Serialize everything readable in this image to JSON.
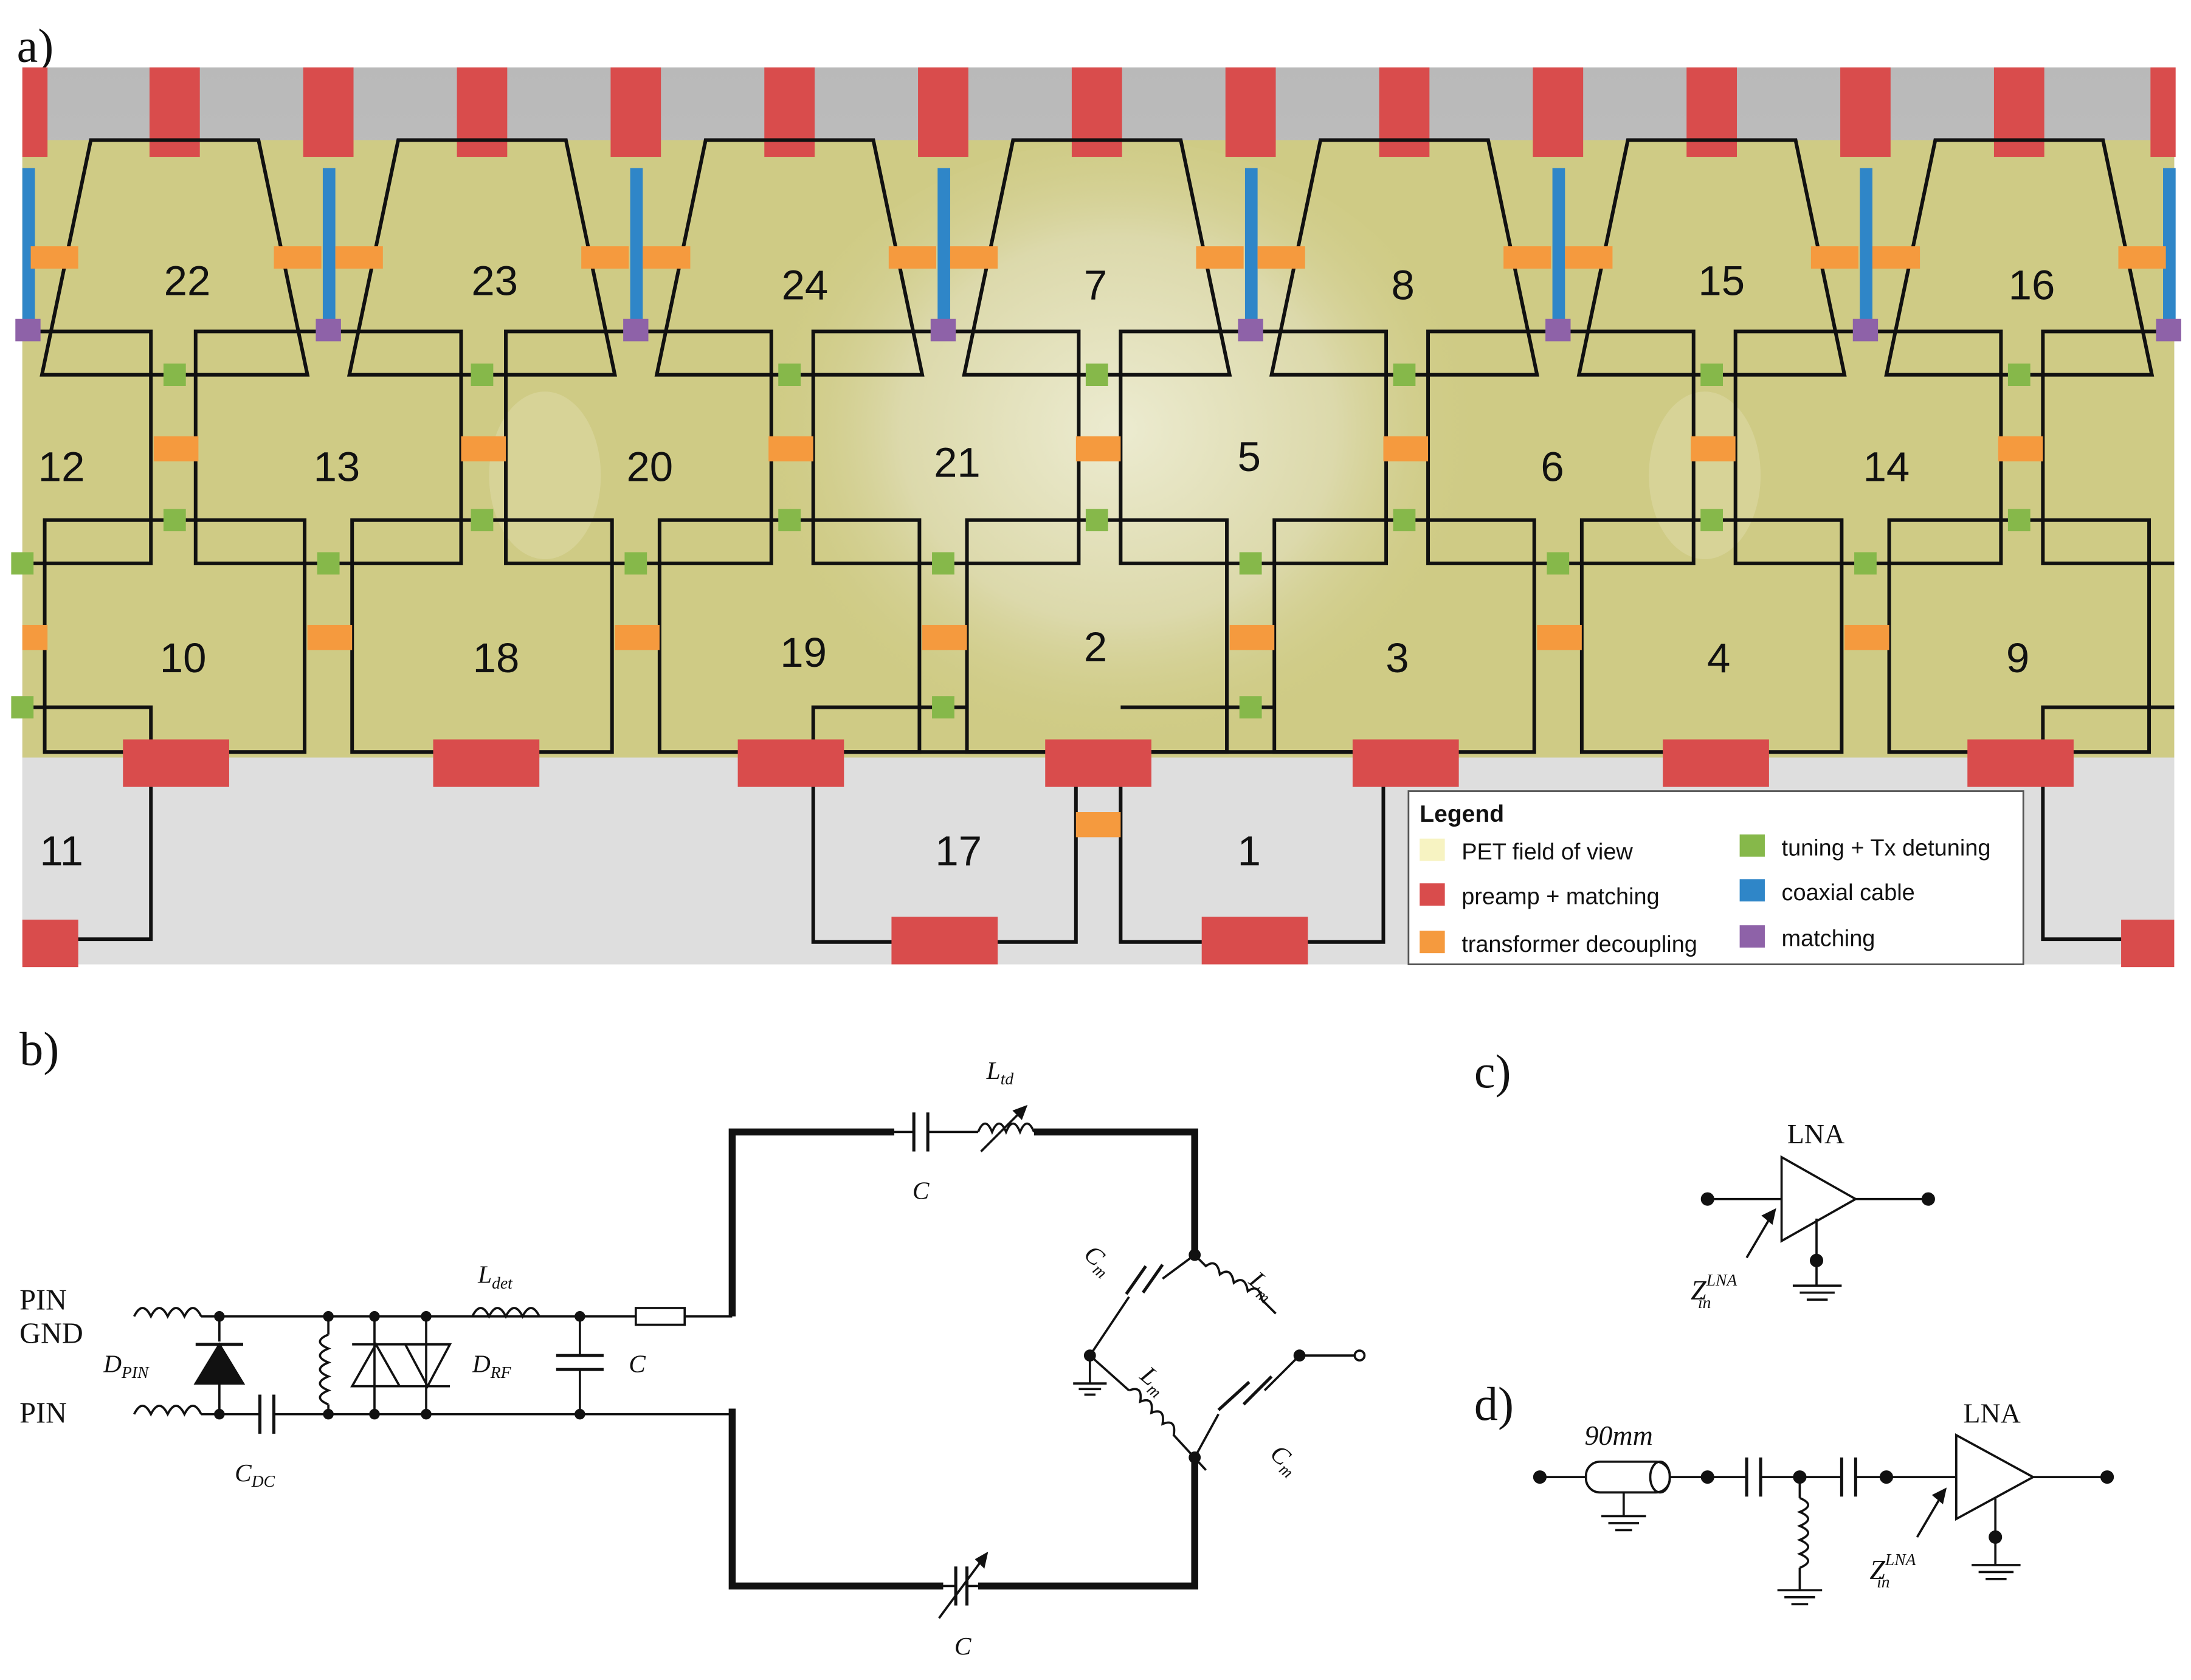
{
  "panels": {
    "a": "a)",
    "b": "b)",
    "c": "c)",
    "d": "d)"
  },
  "coils": [
    {
      "id": "22",
      "shape": "trap"
    },
    {
      "id": "23",
      "shape": "trap"
    },
    {
      "id": "24",
      "shape": "trap"
    },
    {
      "id": "7",
      "shape": "trap"
    },
    {
      "id": "8",
      "shape": "trap"
    },
    {
      "id": "15",
      "shape": "trap"
    },
    {
      "id": "16",
      "shape": "trap"
    },
    {
      "id": "12"
    },
    {
      "id": "13"
    },
    {
      "id": "20"
    },
    {
      "id": "21"
    },
    {
      "id": "5"
    },
    {
      "id": "6"
    },
    {
      "id": "14"
    },
    {
      "id": "10"
    },
    {
      "id": "18"
    },
    {
      "id": "19"
    },
    {
      "id": "2"
    },
    {
      "id": "3"
    },
    {
      "id": "4"
    },
    {
      "id": "9"
    },
    {
      "id": "11"
    },
    {
      "id": "17"
    },
    {
      "id": "1"
    }
  ],
  "legend": {
    "title": "Legend",
    "items": [
      {
        "label": "PET field of view",
        "color": "#f7f3c2"
      },
      {
        "label": "preamp + matching",
        "color": "#d94c4c"
      },
      {
        "label": "transformer decoupling",
        "color": "#f59a3e"
      },
      {
        "label": "tuning + Tx detuning",
        "color": "#86b84a"
      },
      {
        "label": "coaxial cable",
        "color": "#2f86c8"
      },
      {
        "label": "matching",
        "color": "#8e62a8"
      }
    ]
  },
  "circuit_b": {
    "pin_gnd_1": "PIN",
    "pin_gnd_2": "GND",
    "pin": "PIN",
    "d_pin": "D",
    "d_pin_sub": "PIN",
    "c_dc": "C",
    "c_dc_sub": "DC",
    "l_det": "L",
    "l_det_sub": "det",
    "d_rf": "D",
    "d_rf_sub": "RF",
    "c_shunt": "C",
    "c_top": "C",
    "l_td": "L",
    "l_td_sub": "td",
    "c_m1": "C",
    "c_m1_sub": "m",
    "l_m1": "L",
    "l_m1_sub": "m",
    "l_m2": "L",
    "l_m2_sub": "m",
    "c_m2": "C",
    "c_m2_sub": "m",
    "c_bottom": "C"
  },
  "circuit_c": {
    "lna": "LNA",
    "z": "Z",
    "z_sub": "in",
    "z_sup": "LNA"
  },
  "circuit_d": {
    "cable": "90mm",
    "lna": "LNA",
    "z": "Z",
    "z_sub": "in",
    "z_sup": "LNA"
  },
  "colors": {
    "pet_bg": "#cfcb85",
    "preamp": "#d94c4c",
    "transformer": "#f59a3e",
    "tuning": "#86b84a",
    "coax": "#2f86c8",
    "matching": "#8e62a8"
  }
}
